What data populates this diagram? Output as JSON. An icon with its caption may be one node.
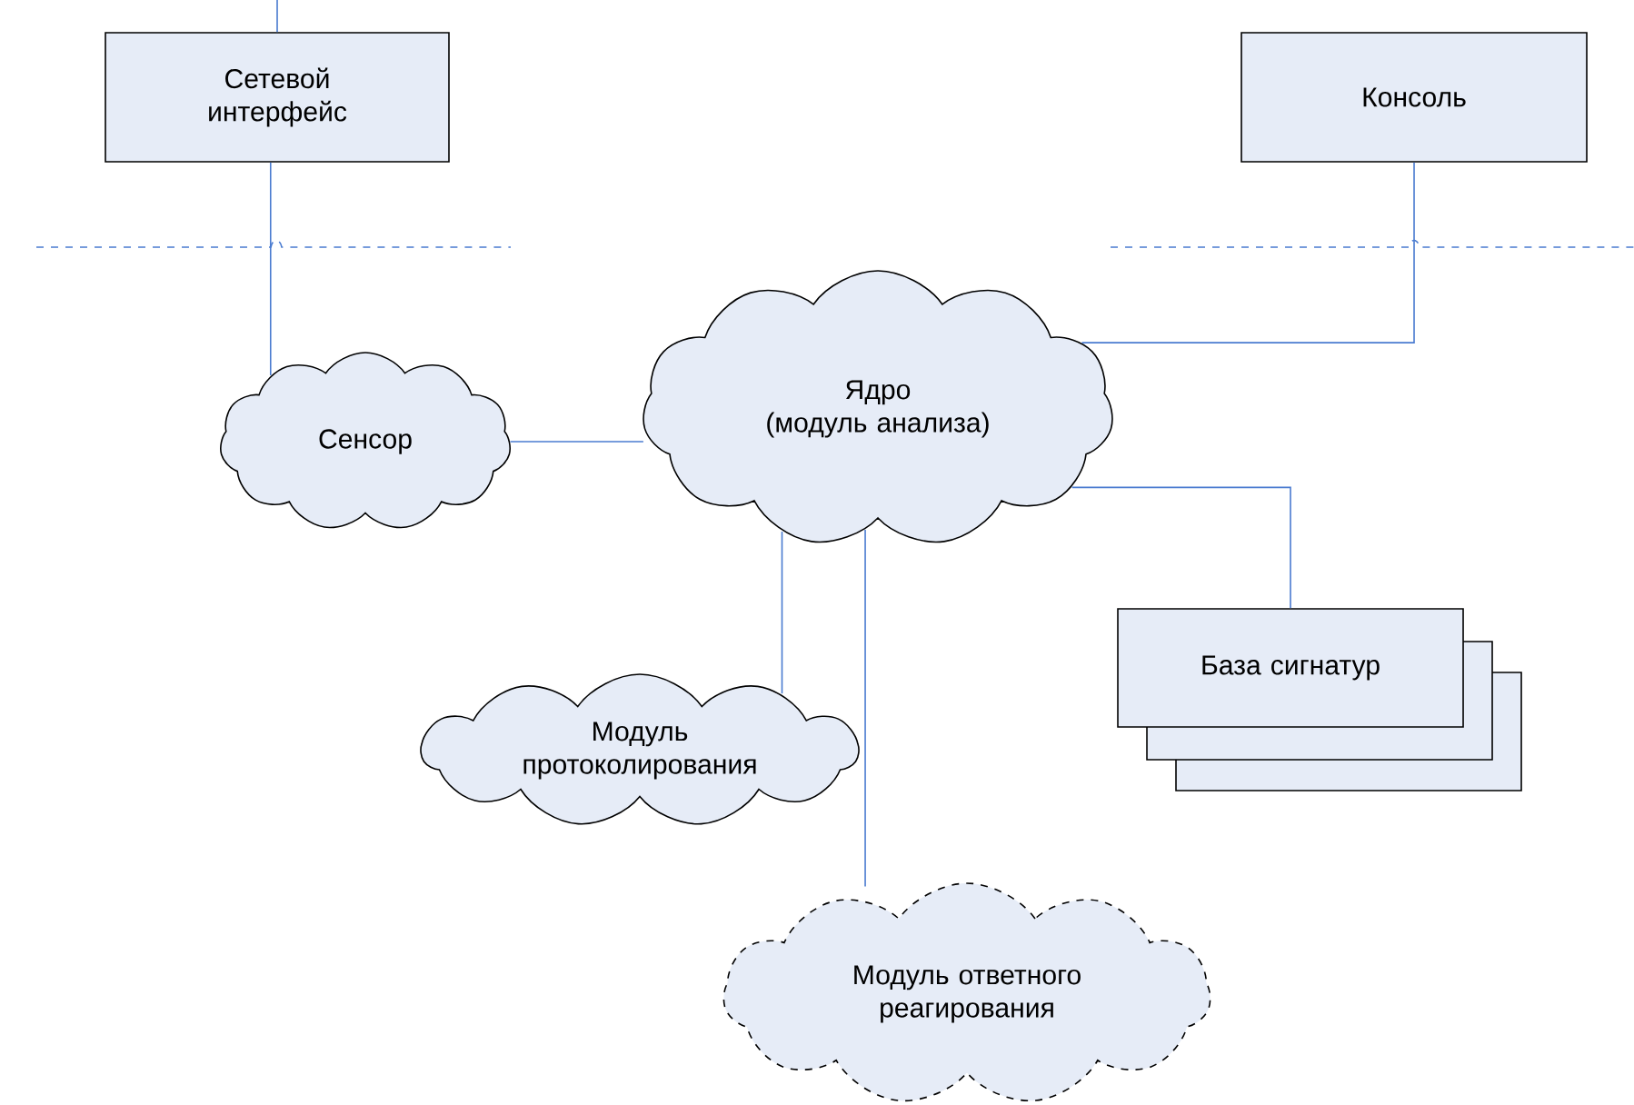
{
  "diagram": {
    "nodes": [
      {
        "text": [
          "Сетевой интерфейс"
        ]
      },
      {
        "text": [
          "Консоль"
        ]
      },
      {
        "text": [
          "Сенсор"
        ]
      },
      {
        "text": [
          "Ядро",
          "(модуль анализа)"
        ]
      },
      {
        "text": [
          "Модуль протоколирования"
        ]
      },
      {
        "text": [
          "База сигнатур"
        ]
      },
      {
        "text": [
          "Модуль ответного реагирования"
        ]
      }
    ],
    "edges": [
      {
        "from": null,
        "to": 0,
        "arrow": "none"
      },
      {
        "from": 0,
        "to": 2,
        "arrow": "none"
      },
      {
        "from": 2,
        "to": 3,
        "arrow": "none"
      },
      {
        "from": 3,
        "to": 1,
        "arrow": "none"
      },
      {
        "from": 3,
        "to": 5,
        "arrow": "none"
      },
      {
        "from": 3,
        "to": 4,
        "arrow": "none"
      },
      {
        "from": 3,
        "to": 6,
        "arrow": "none"
      }
    ]
  }
}
